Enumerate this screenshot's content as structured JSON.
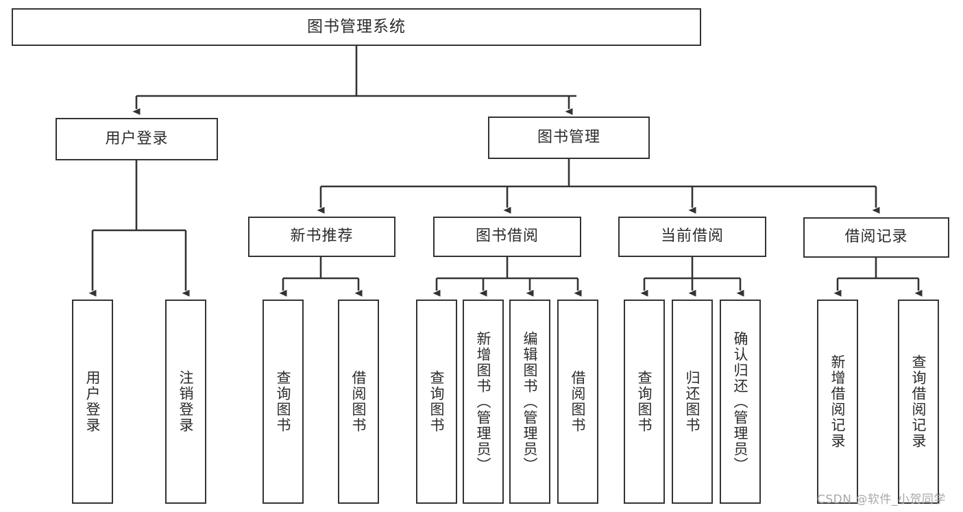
{
  "diagram": {
    "type": "tree",
    "title": "图书管理系统",
    "orientation": "top-down",
    "watermark": "CSDN @软件_小贺同学",
    "colors": {
      "box_border": "#333333",
      "box_fill": "#ffffff",
      "edge": "#333333",
      "text": "#2b2b2b",
      "watermark": "#a8a8a8"
    },
    "nodes": {
      "root": {
        "label": "图书管理系统",
        "level": 0,
        "orientation": "horizontal"
      },
      "l1_login": {
        "label": "用户登录",
        "level": 1,
        "orientation": "horizontal"
      },
      "l1_book_mgmt": {
        "label": "图书管理",
        "level": 1,
        "orientation": "horizontal"
      },
      "l2_new_book": {
        "label": "新书推荐",
        "level": 2,
        "orientation": "horizontal"
      },
      "l2_borrow": {
        "label": "图书借阅",
        "level": 2,
        "orientation": "horizontal"
      },
      "l2_current": {
        "label": "当前借阅",
        "level": 2,
        "orientation": "horizontal"
      },
      "l2_record": {
        "label": "借阅记录",
        "level": 2,
        "orientation": "horizontal"
      },
      "leaf_user_login": {
        "label": "用户登录",
        "level": 3,
        "orientation": "vertical"
      },
      "leaf_logout": {
        "label": "注销登录",
        "level": 3,
        "orientation": "vertical"
      },
      "leaf_query_book_1": {
        "label": "查询图书",
        "level": 3,
        "orientation": "vertical"
      },
      "leaf_borrow_book_1": {
        "label": "借阅图书",
        "level": 3,
        "orientation": "vertical"
      },
      "leaf_query_book_2": {
        "label": "查询图书",
        "level": 3,
        "orientation": "vertical"
      },
      "leaf_add_book": {
        "label": "新增图书（管理员）",
        "level": 3,
        "orientation": "vertical"
      },
      "leaf_edit_book": {
        "label": "编辑图书（管理员）",
        "level": 3,
        "orientation": "vertical"
      },
      "leaf_borrow_book_2": {
        "label": "借阅图书",
        "level": 3,
        "orientation": "vertical"
      },
      "leaf_query_book_3": {
        "label": "查询图书",
        "level": 3,
        "orientation": "vertical"
      },
      "leaf_return_book": {
        "label": "归还图书",
        "level": 3,
        "orientation": "vertical"
      },
      "leaf_confirm_return": {
        "label": "确认归还（管理员）",
        "level": 3,
        "orientation": "vertical"
      },
      "leaf_add_record": {
        "label": "新增借阅记录",
        "level": 3,
        "orientation": "vertical"
      },
      "leaf_query_record": {
        "label": "查询借阅记录",
        "level": 3,
        "orientation": "vertical"
      }
    },
    "edges": [
      {
        "from": "root",
        "to": "l1_login"
      },
      {
        "from": "root",
        "to": "l1_book_mgmt"
      },
      {
        "from": "l1_login",
        "to": "leaf_user_login"
      },
      {
        "from": "l1_login",
        "to": "leaf_logout"
      },
      {
        "from": "l1_book_mgmt",
        "to": "l2_new_book"
      },
      {
        "from": "l1_book_mgmt",
        "to": "l2_borrow"
      },
      {
        "from": "l1_book_mgmt",
        "to": "l2_current"
      },
      {
        "from": "l1_book_mgmt",
        "to": "l2_record"
      },
      {
        "from": "l2_new_book",
        "to": "leaf_query_book_1"
      },
      {
        "from": "l2_new_book",
        "to": "leaf_borrow_book_1"
      },
      {
        "from": "l2_borrow",
        "to": "leaf_query_book_2"
      },
      {
        "from": "l2_borrow",
        "to": "leaf_add_book"
      },
      {
        "from": "l2_borrow",
        "to": "leaf_edit_book"
      },
      {
        "from": "l2_borrow",
        "to": "leaf_borrow_book_2"
      },
      {
        "from": "l2_current",
        "to": "leaf_query_book_3"
      },
      {
        "from": "l2_current",
        "to": "leaf_return_book"
      },
      {
        "from": "l2_current",
        "to": "leaf_confirm_return"
      },
      {
        "from": "l2_record",
        "to": "leaf_add_record"
      },
      {
        "from": "l2_record",
        "to": "leaf_query_record"
      }
    ]
  }
}
